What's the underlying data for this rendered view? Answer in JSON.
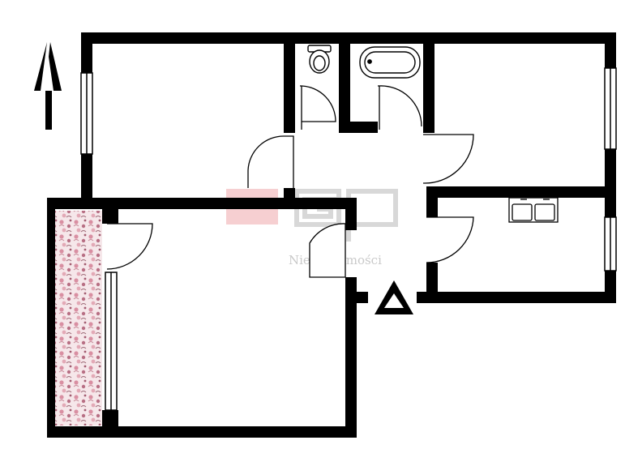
{
  "floorplan": {
    "watermark": {
      "logo_text": "GP",
      "caption": "Nieruchomości"
    },
    "north_arrow_icon": "north-arrow-icon",
    "entrance_icon": "entrance-triangle-icon",
    "rooms": [
      {
        "id": "room-top-left"
      },
      {
        "id": "room-wc"
      },
      {
        "id": "room-bathroom"
      },
      {
        "id": "room-top-right"
      },
      {
        "id": "room-kitchen"
      },
      {
        "id": "room-large-left"
      },
      {
        "id": "room-hallway"
      }
    ],
    "colors": {
      "wall": "#000000",
      "background": "#ffffff",
      "watermark_red": "#f4c7c9",
      "watermark_gray": "#d6d6d6",
      "balcony_pattern": "#e7b7c2"
    }
  }
}
